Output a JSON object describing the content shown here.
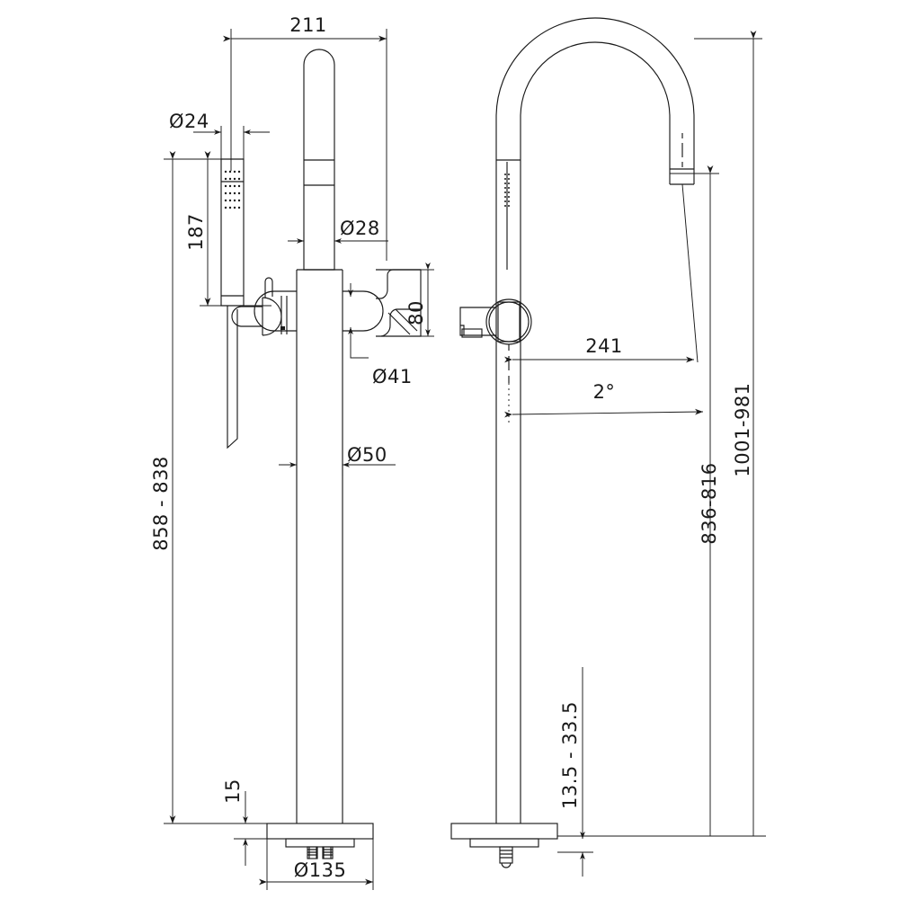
{
  "drawing": {
    "title": "Floor standing bath shower mixer - technical dimension drawing",
    "units": "mm",
    "line_color": "#1a1a1a",
    "text_color": "#1a1a1a",
    "background": "#ffffff",
    "views": [
      {
        "id": "front",
        "name": "front-elevation-view"
      },
      {
        "id": "side",
        "name": "side-elevation-view"
      }
    ]
  },
  "dimensions": {
    "overall_width": "211",
    "handshower_diameter": "Ø24",
    "riser_diameter": "Ø28",
    "valve_diameter": "Ø41",
    "column_diameter": "Ø50",
    "base_diameter": "Ø135",
    "handshower_length": "187",
    "valve_offset": "80",
    "base_plate_height": "15",
    "mixer_height_range": "858 - 838",
    "spout_projection": "241",
    "spout_angle": "2°",
    "spout_outlet_height": "836-816",
    "overall_height_range": "1001-981",
    "base_clearance_range": "13.5 - 33.5"
  }
}
